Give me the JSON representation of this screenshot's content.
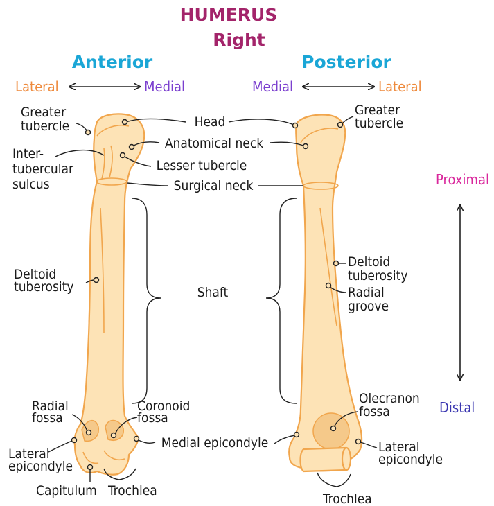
{
  "title": {
    "line1": "HUMERUS",
    "line2": "Right"
  },
  "views": {
    "anterior": "Anterior",
    "posterior": "Posterior"
  },
  "orientation": {
    "anterior_left": "Lateral",
    "anterior_right": "Medial",
    "posterior_left": "Medial",
    "posterior_right": "Lateral",
    "proximal": "Proximal",
    "distal": "Distal"
  },
  "labels": {
    "head": "Head",
    "anatomical_neck": "Anatomical neck",
    "lesser_tubercle": "Lesser tubercle",
    "surgical_neck": "Surgical neck",
    "shaft": "Shaft",
    "medial_epicondyle": "Medial epicondyle",
    "greater_tubercle_ant_1": "Greater",
    "greater_tubercle_ant_2": "tubercle",
    "greater_tubercle_post_1": "Greater",
    "greater_tubercle_post_2": "tubercle",
    "intertubercular_1": "Inter-",
    "intertubercular_2": "tubercular",
    "intertubercular_3": "sulcus",
    "deltoid_ant_1": "Deltoid",
    "deltoid_ant_2": "tuberosity",
    "deltoid_post_1": "Deltoid",
    "deltoid_post_2": "tuberosity",
    "radial_groove_1": "Radial",
    "radial_groove_2": "groove",
    "radial_fossa_1": "Radial",
    "radial_fossa_2": "fossa",
    "coronoid_fossa_1": "Coronoid",
    "coronoid_fossa_2": "fossa",
    "olecranon_fossa_1": "Olecranon",
    "olecranon_fossa_2": "fossa",
    "lateral_epicondyle_ant_1": "Lateral",
    "lateral_epicondyle_ant_2": "epicondyle",
    "lateral_epicondyle_post_1": "Lateral",
    "lateral_epicondyle_post_2": "epicondyle",
    "capitulum": "Capitulum",
    "trochlea_ant": "Trochlea",
    "trochlea_post": "Trochlea"
  },
  "colors": {
    "title": "#a3246a",
    "view_heading": "#1aa6d6",
    "lateral": "#ee8a3c",
    "medial": "#7b3fcf",
    "proximal": "#d9279c",
    "distal": "#3a36b0",
    "bone_fill": "#fde3b6",
    "bone_outline": "#f1a64d"
  }
}
